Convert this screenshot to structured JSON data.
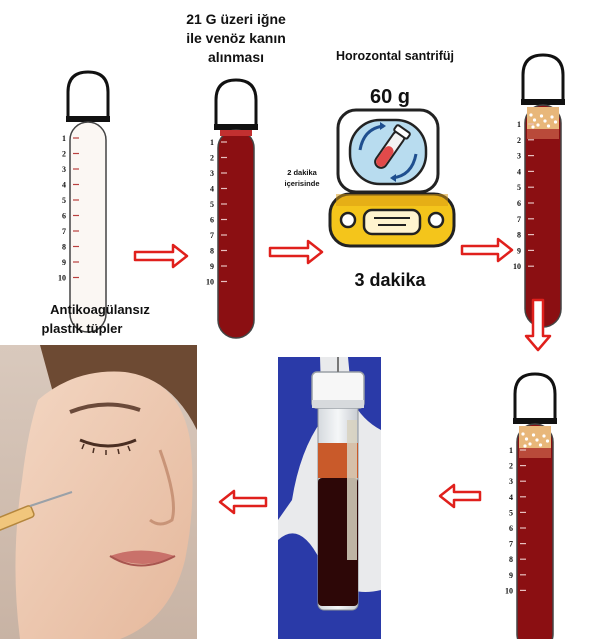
{
  "labels": {
    "needle_line1": "21 G üzeri iğne",
    "needle_line2": "ile venöz kanın",
    "needle_line3": "alınması",
    "centrifuge_title": "Horozontal santrifüj",
    "speed": "60 g",
    "duration_small_line1": "2 dakika",
    "duration_small_line2": "içerisinde",
    "duration_big": "3 dakika",
    "tube_type_line1": "Antikoagülansız",
    "tube_type_line2": "plastik tüpler"
  },
  "tube_scale": [
    "1",
    "2",
    "3",
    "4",
    "5",
    "6",
    "7",
    "8",
    "9",
    "10"
  ],
  "colors": {
    "blood": "#8b0f12",
    "foam": "#e8b77a",
    "arrow_outline": "#e0201c",
    "centrifuge_body": "#f4c51b",
    "centrifuge_lid": "#b8dcef",
    "glove": "#2a3aa8"
  },
  "icons": [
    "arrow-right-icon",
    "arrow-down-icon",
    "arrow-left-icon",
    "centrifuge-icon",
    "syringe-icon"
  ]
}
